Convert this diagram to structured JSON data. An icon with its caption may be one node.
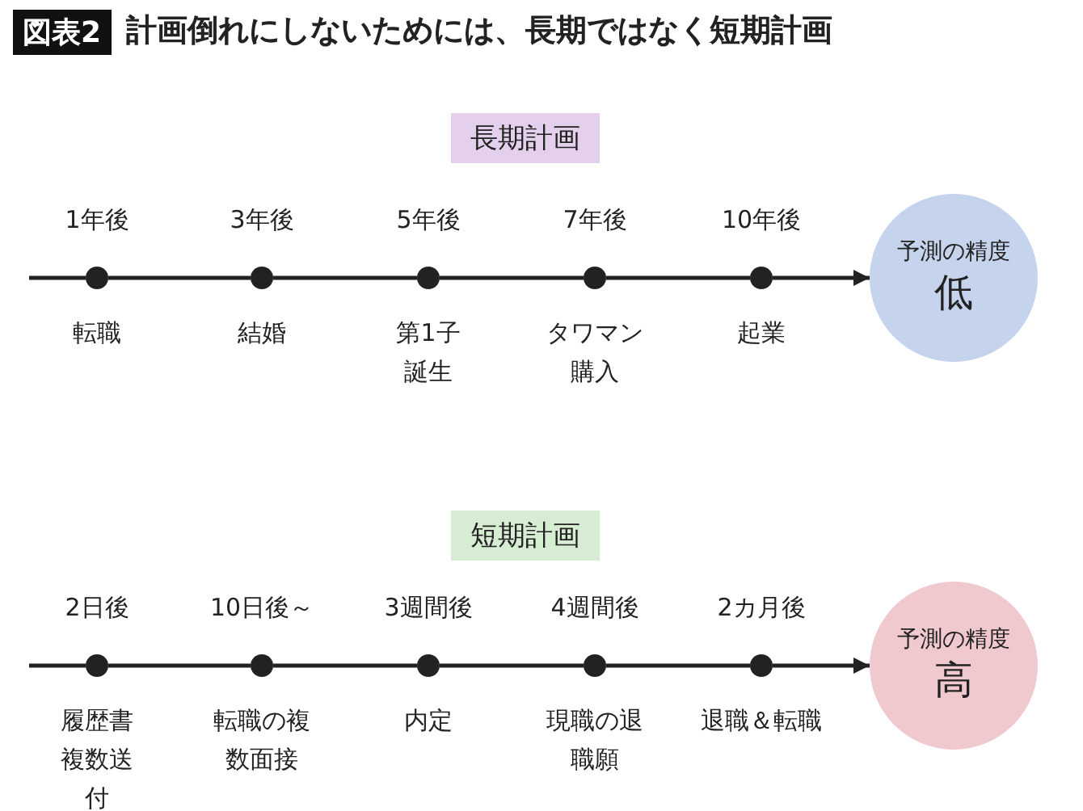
{
  "diagram": {
    "title": "計画倒れにしないためには、長期ではなく短期計画",
    "labels": [
      "図表2"
    ],
    "nodes": [
      {
        "text": [
          "長期計画"
        ]
      },
      {
        "text": [],
        "shape": "circle",
        "beside": [
          "1年後",
          "転職"
        ]
      },
      {
        "text": [],
        "shape": "circle",
        "beside": [
          "3年後",
          "結婚"
        ]
      },
      {
        "text": [],
        "shape": "circle",
        "beside": [
          "5年後",
          "第1子誕生"
        ]
      },
      {
        "text": [],
        "shape": "circle",
        "beside": [
          "7年後",
          "タワマン購入"
        ]
      },
      {
        "text": [],
        "shape": "circle",
        "beside": [
          "10年後",
          "起業"
        ]
      },
      {
        "text": [
          "予測の精度",
          "低"
        ]
      },
      {
        "text": [
          "短期計画"
        ]
      },
      {
        "text": [],
        "shape": "circle",
        "beside": [
          "2日後",
          "履歴書複数送付"
        ]
      },
      {
        "text": [],
        "shape": "circle",
        "beside": [
          "10日後～",
          "転職の複数面接"
        ]
      },
      {
        "text": [],
        "shape": "circle",
        "beside": [
          "3週間後",
          "内定"
        ]
      },
      {
        "text": [],
        "shape": "circle",
        "beside": [
          "4週間後",
          "現職の退職願"
        ]
      },
      {
        "text": [],
        "shape": "circle",
        "beside": [
          "2カ月後",
          "退職＆転職"
        ]
      },
      {
        "text": [
          "予測の精度",
          "高"
        ]
      }
    ],
    "edges": [
      {
        "from": null,
        "to": 1,
        "arrow": "none"
      },
      {
        "from": 1,
        "to": 2,
        "arrow": "none"
      },
      {
        "from": 2,
        "to": 3,
        "arrow": "none"
      },
      {
        "from": 3,
        "to": 4,
        "arrow": "none"
      },
      {
        "from": 4,
        "to": 5,
        "arrow": "none"
      },
      {
        "from": 5,
        "to": 6,
        "arrow": "to"
      },
      {
        "from": null,
        "to": 8,
        "arrow": "none"
      },
      {
        "from": 8,
        "to": 9,
        "arrow": "none"
      },
      {
        "from": 9,
        "to": 10,
        "arrow": "none"
      },
      {
        "from": 10,
        "to": 11,
        "arrow": "none"
      },
      {
        "from": 11,
        "to": 12,
        "arrow": "none"
      },
      {
        "from": 12,
        "to": 13,
        "arrow": "to"
      }
    ]
  }
}
